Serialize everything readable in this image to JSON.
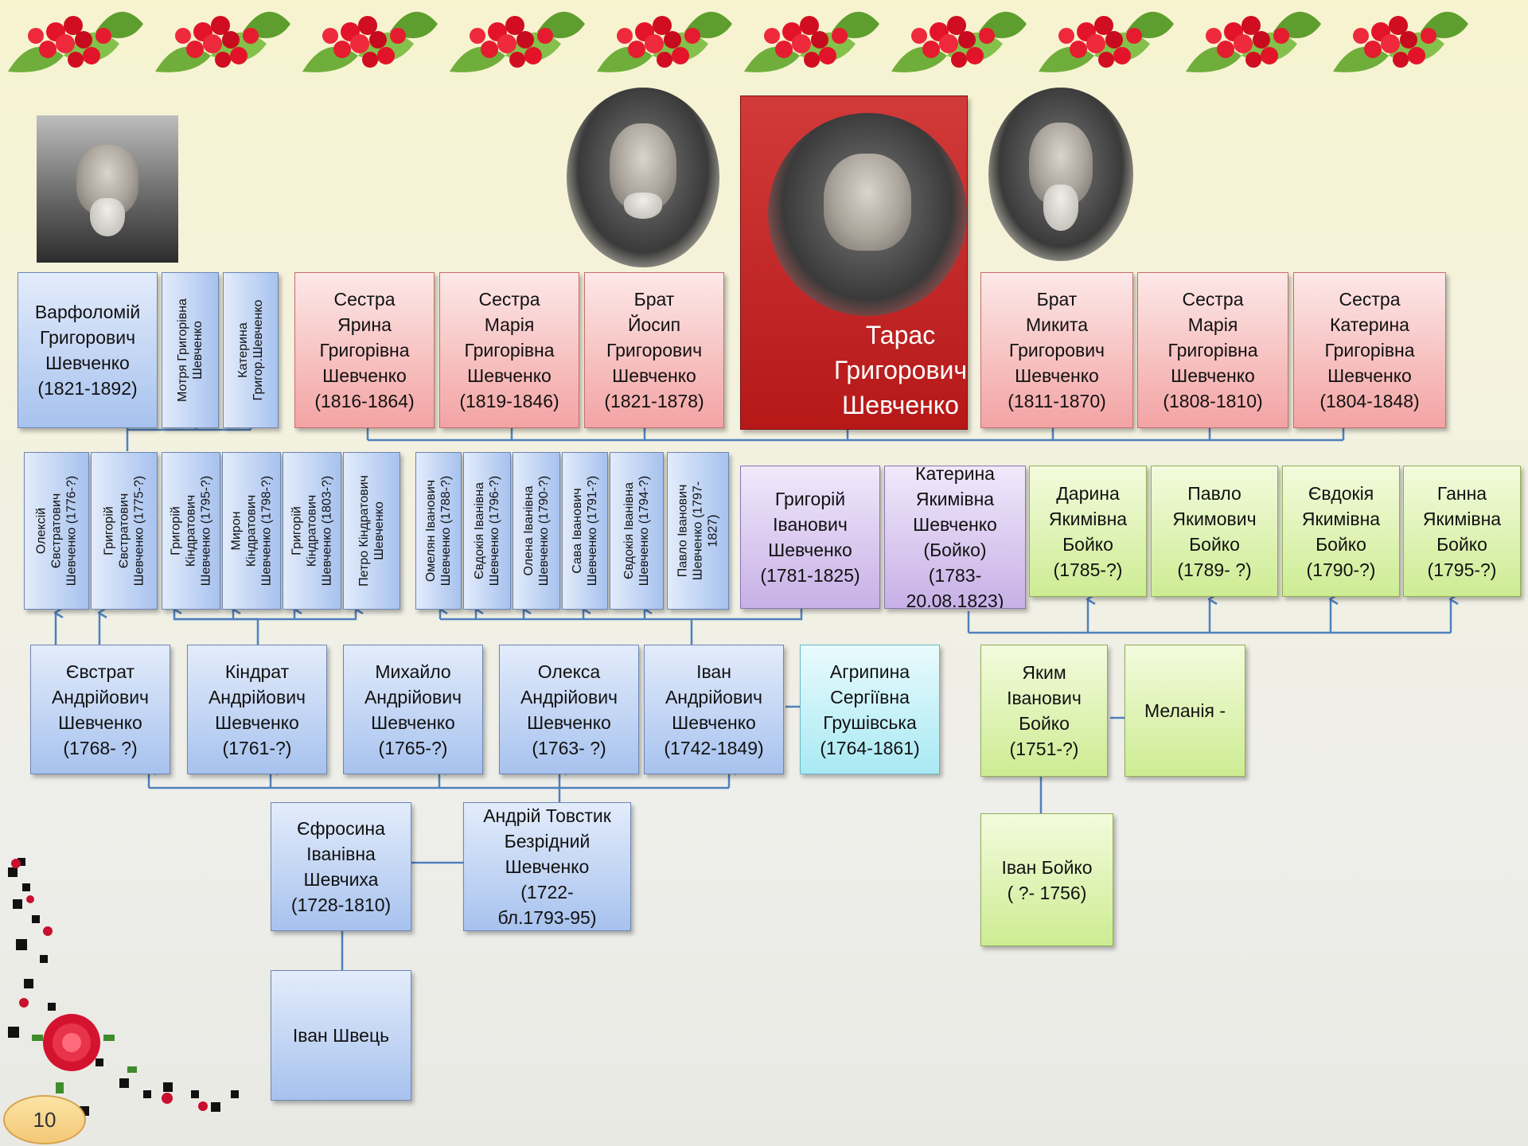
{
  "page_number": "10",
  "colors": {
    "connector": "#4f81bd",
    "blue_box": "#a7c2ee",
    "pink_box": "#f3a3a3",
    "main_box": "#b61818",
    "purple_box": "#c7b0e6",
    "green_box": "#cdec93",
    "cyan_box": "#a9e9f3"
  },
  "top_row": {
    "varfolomii": "Варфоломій\nГригорович\nШевченко\n(1821-1892)",
    "motria": "Мотря Григорівна\nШевченко",
    "kateryna_hryhor": "Катерина\nГригор.Шевченко",
    "yaryna": "Сестра\nЯрина\nГригорівна\nШевченко\n(1816-1864)",
    "mariia_sister": "Сестра\nМарія\nГригорівна\nШевченко\n(1819-1846)",
    "yosyp": "Брат\nЙосип\nГригорович\nШевченко\n(1821-1878)",
    "taras": "Тарас\nГригорович\nШевченко",
    "mykyta": "Брат\nМикита\nГригорович\nШевченко\n(1811-1870)",
    "mariia_sister2": "Сестра\nМарія\nГригорівна\nШевченко\n(1808-1810)",
    "kateryna_sister": "Сестра\nКатерина\nГригорівна\nШевченко\n(1804-1848)"
  },
  "cousins": [
    "Олексій\nЄвстратович\nШевченко (1776-?)",
    "Григорій\nЄвстратович\nШевченко (1775-?)",
    "Григорій\nКіндратович\nШевченко (1795-?)",
    "Мирон\nКіндратович\nШевченко (1798-?)",
    "Григорій\nКіндратович\nШевченко (1803-?)",
    "Петро Кіндратович\nШевченко",
    "Омелян Іванович\nШевченко (1788-?)",
    "Євдокія Іванівна\nШевченко (1796-?)",
    "Олена Іванівна\nШевченко (1790-?)",
    "Сава Іванович\nШевченко (1791-?)",
    "Євдокія Іванівна\nШевченко (1794-?)",
    "Павло Іванович\nШевченко (1797-\n1827)"
  ],
  "parents": {
    "hryhorii": "Григорій\nІванович\nШевченко\n(1781-1825)",
    "kateryna_mother": "Катерина\nЯкимівна\nШевченко\n(Бойко)\n(1783-\n20.08.1823)"
  },
  "boiko_siblings": [
    "Дарина\nЯкимівна\nБойко\n(1785-?)",
    "Павло\nЯкимович\nБойко\n(1789- ?)",
    "Євдокія\nЯкимівна\nБойко\n(1790-?)",
    "Ганна\nЯкимівна\nБойко\n(1795-?)"
  ],
  "grandparents_row": [
    "Євстрат\nАндрійович\nШевченко\n(1768- ?)",
    "Кіндрат\nАндрійович\nШевченко\n(1761-?)",
    "Михайло\nАндрійович\nШевченко\n(1765-?)",
    "Олекса\nАндрійович\nШевченко\n(1763- ?)",
    "Іван\nАндрійович\nШевченко\n(1742-1849)",
    "Агрипина\nСергіївна\nГрушівська\n(1764-1861)"
  ],
  "boiko_parents": {
    "yakym": "Яким\nІванович\nБойко\n(1751-?)",
    "melaniia": "Меланія -"
  },
  "great_grandparents": {
    "yefrosyna": "Єфросина\nІванівна\nШевчиха\n(1728-1810)",
    "andrii": "Андрій Товстик\nБезрідний\nШевченко\n(1722-\nбл.1793-95)"
  },
  "ancestors": {
    "ivan_shvets": "Іван Швець",
    "ivan_boiko": "Іван Бойко\n( ?- 1756)"
  }
}
